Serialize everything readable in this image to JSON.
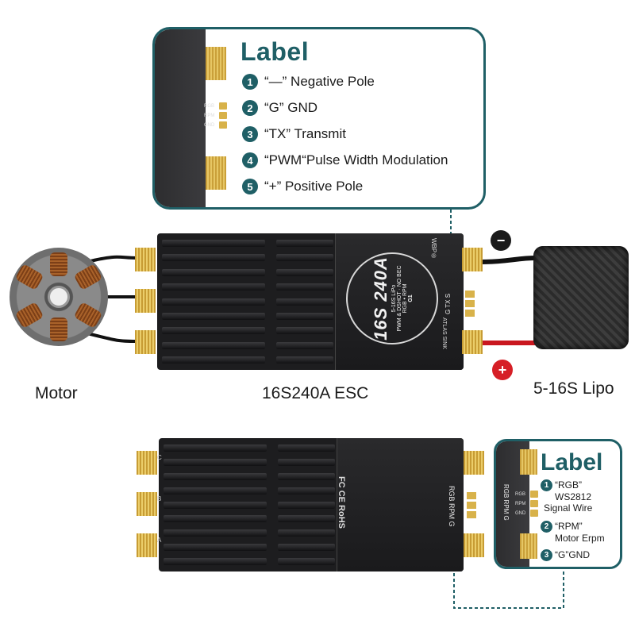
{
  "top_label": {
    "title": "Label",
    "items": [
      {
        "n": "1",
        "text": "“—” Negative Pole"
      },
      {
        "n": "2",
        "text": "“G” GND"
      },
      {
        "n": "3",
        "text": "“TX” Transmit"
      },
      {
        "n": "4",
        "text": " “PWM“Pulse Width Modulation"
      },
      {
        "n": "5",
        "text": "“+” Positive Pole"
      }
    ],
    "pin_labels": [
      "RGB",
      "RPM",
      "GND"
    ]
  },
  "esc_top": {
    "brand": "WBP®",
    "model": "16S 240A",
    "gen": "G1",
    "lipo": "5-16S LiPo",
    "protocol": "PWM & DSHOT · NO BEC",
    "features": "RGB • RPM",
    "series": "ATLAS SINK",
    "signal_label": "G TX S"
  },
  "captions": {
    "motor": "Motor",
    "esc": "16S240A ESC",
    "battery": "5-16S Lipo"
  },
  "esc_bottom": {
    "certs": "FC CE RoHS",
    "pin_label": "RGB RPM G",
    "phase_letters": [
      "C",
      "B",
      "A"
    ]
  },
  "bottom_label": {
    "title": "Label",
    "items": [
      {
        "n": "1",
        "line1": "“RGB”",
        "line2": "WS2812",
        "line3": "Signal Wire"
      },
      {
        "n": "2",
        "line1": "“RPM”",
        "line2": "Motor Erpm",
        "line3": ""
      },
      {
        "n": "3",
        "line1": "“G”GND",
        "line2": "",
        "line3": ""
      }
    ],
    "strip_label": "RGB RPM G",
    "pin_labels": [
      "RGB",
      "RPM",
      "GND"
    ]
  },
  "polarity": {
    "negative": "−",
    "positive": "+"
  },
  "colors": {
    "accent": "#1f5f66",
    "negative": "#1a1a1a",
    "positive": "#d61f26",
    "pad_gold": "#d8b24a"
  }
}
